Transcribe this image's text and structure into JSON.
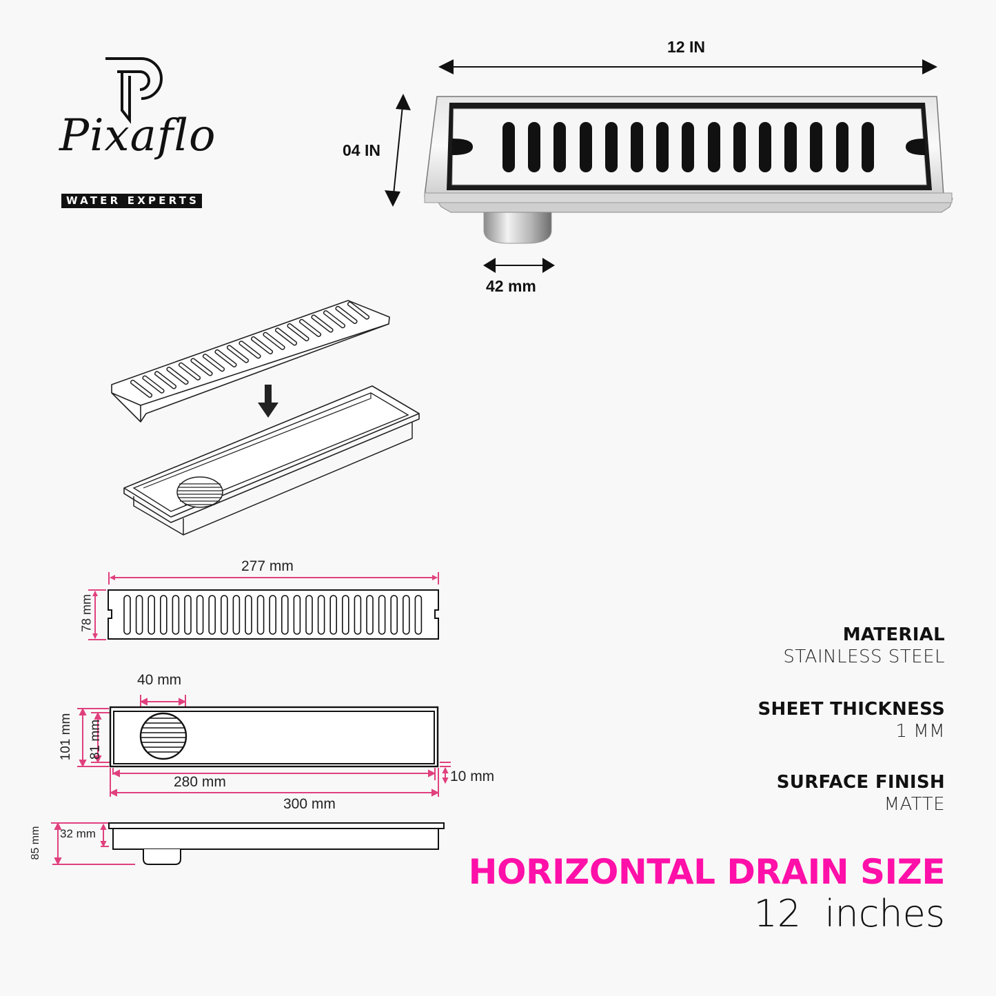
{
  "brand": {
    "name": "Pixaflo",
    "tagline": "WATER EXPERTS",
    "logo_icon": "p-monogram-icon"
  },
  "product_photo": {
    "width_label": "12 IN",
    "height_label": "04 IN",
    "outlet_label": "42 mm",
    "slot_count": 15
  },
  "exploded_view": {
    "arrow_icon": "down-arrow-icon"
  },
  "technical_drawings": {
    "accent_color": "#e0407e",
    "grate": {
      "width_label": "277 mm",
      "height_label": "78 mm",
      "slot_count": 25
    },
    "body_top": {
      "outlet_diameter_label": "40 mm",
      "outer_height_label": "101 mm",
      "inner_height_label": "81 mm",
      "inner_length_label": "280 mm",
      "outer_length_label": "300 mm",
      "flange_label": "10 mm"
    },
    "body_side": {
      "body_depth_label": "32 mm",
      "total_depth_label": "85 mm"
    }
  },
  "specs": [
    {
      "title": "MATERIAL",
      "value": "STAINLESS STEEL"
    },
    {
      "title": "SHEET THICKNESS",
      "value": "1 MM"
    },
    {
      "title": "SURFACE FINISH",
      "value": "MATTE"
    }
  ],
  "size": {
    "title": "HORIZONTAL DRAIN SIZE",
    "value": "12  inches",
    "title_color": "#ff10a8"
  }
}
